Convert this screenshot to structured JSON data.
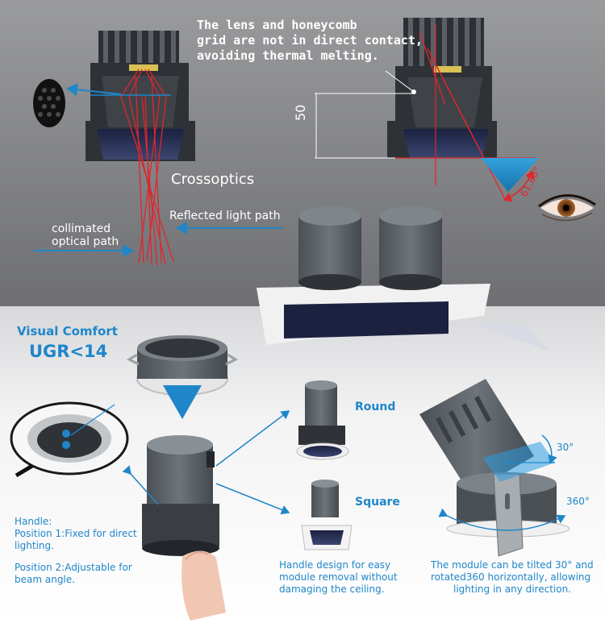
{
  "callouts": {
    "lens_note_1": "The lens and honeycomb",
    "lens_note_2": "grid are not in direct contact,",
    "lens_note_3": "avoiding thermal melting.",
    "dimension": "50",
    "angle": "61.86°",
    "crossoptics": "Crossoptics",
    "reflected": "Reflected light path",
    "collimated_1": "collimated",
    "collimated_2": "optical path"
  },
  "comfort": {
    "title": "Visual Comfort",
    "value": "UGR<14"
  },
  "modules": {
    "round": "Round",
    "square": "Square"
  },
  "handle": {
    "line1": "Handle:",
    "line2": "Position 1:Fixed for direct",
    "line3": "lighting.",
    "line4": "Position 2:Adjustable for",
    "line5": "beam angle."
  },
  "handle_design": {
    "line1": "Handle design for easy",
    "line2": "module removal without",
    "line3": "damaging the ceiling."
  },
  "tilt": {
    "deg30": "30°",
    "deg360": "360°",
    "line1": "The module can be tilted 30° and",
    "line2": "rotated360 horizontally, allowing",
    "line3": "lighting in any direction."
  },
  "colors": {
    "accent_blue": "#1f86c9",
    "beam_red": "#e0262d",
    "housing_dark": "#3d4146",
    "housing_grey": "#5e656b",
    "lens_navy": "#2b3458"
  },
  "icons": [
    "honeycomb-grid",
    "eye",
    "arrow-right",
    "arrow-down",
    "rotate-arrow"
  ]
}
